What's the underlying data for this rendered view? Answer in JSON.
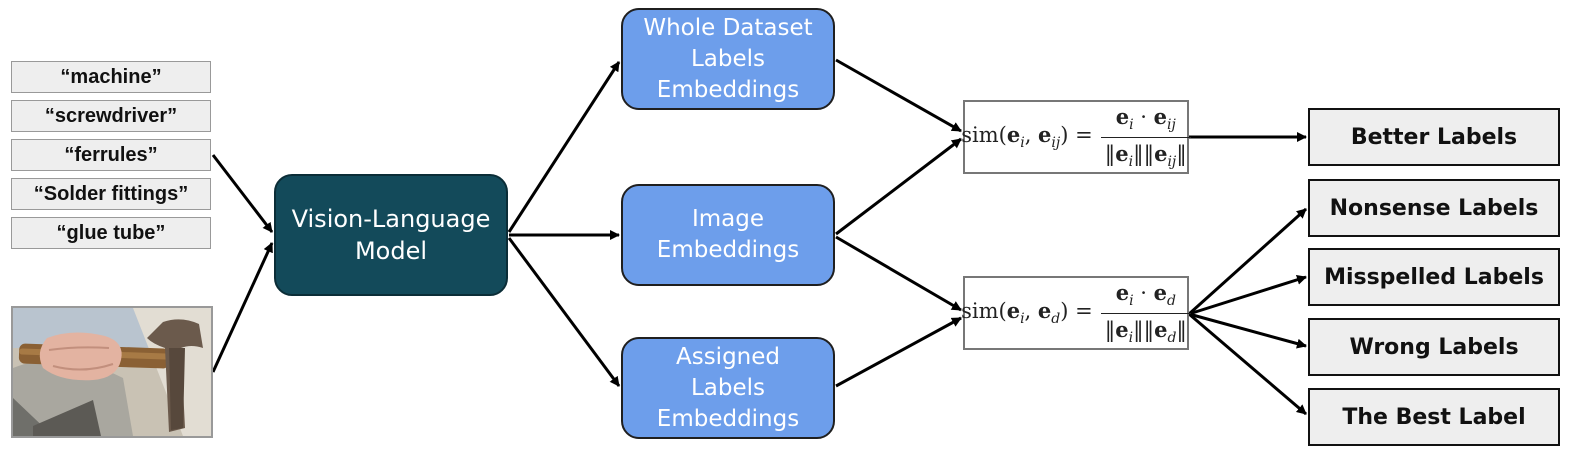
{
  "input_labels": [
    "“machine”",
    "“screwdriver”",
    "“ferrules”",
    "“Solder fittings”",
    "“glue tube”"
  ],
  "image": {
    "alt": "hand holding a hammer"
  },
  "model": {
    "line1": "Vision-Language",
    "line2": "Model"
  },
  "embeddings": {
    "whole_dataset": {
      "line1": "Whole Dataset",
      "line2": "Labels",
      "line3": "Embeddings"
    },
    "image": {
      "line1": "Image",
      "line2": "Embeddings"
    },
    "assigned": {
      "line1": "Assigned",
      "line2": "Labels",
      "line3": "Embeddings"
    }
  },
  "formulas": {
    "top": {
      "lhs_prefix": "sim(",
      "e": "e",
      "sub_a": "i",
      "sep": ", ",
      "sub_b": "ij",
      "lhs_suffix": ") =",
      "dot": " · "
    },
    "bottom": {
      "lhs_prefix": "sim(",
      "e": "e",
      "sub_a": "i",
      "sep": ", ",
      "sub_b": "d",
      "lhs_suffix": ") =",
      "dot": " · "
    }
  },
  "outputs": {
    "better": "Better Labels",
    "nonsense": "Nonsense Labels",
    "misspelled": "Misspelled Labels",
    "wrong": "Wrong Labels",
    "best": "The Best Label"
  },
  "colors": {
    "model_fill": "#134a5a",
    "embedding_fill": "#6d9eeb",
    "box_fill": "#eeeeee",
    "arrow": "#000000"
  }
}
